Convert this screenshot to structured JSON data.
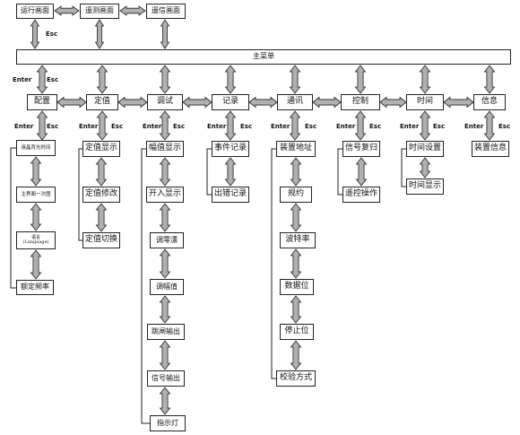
{
  "top": {
    "run": "运行画面",
    "telemeasure": "遥测画面",
    "telecom": "遥信画面",
    "esc": "Esc"
  },
  "main_menu": "主菜单",
  "labels": {
    "enter": "Enter",
    "esc": "Esc"
  },
  "menu": [
    "配置",
    "定值",
    "调试",
    "记录",
    "通讯",
    "控制",
    "时间",
    "信息"
  ],
  "config": {
    "items": [
      "液晶背光时间",
      "主界面一次图",
      "语言",
      "(Language)",
      "额定频率"
    ]
  },
  "setting": {
    "items": [
      "定值显示",
      "定值修改",
      "定值切换"
    ]
  },
  "debug": {
    "items": [
      "幅值显示",
      "开入显示",
      "调零漂",
      "调幅值",
      "跳闸输出",
      "信号输出",
      "指示灯"
    ]
  },
  "record": {
    "items": [
      "事件记录",
      "出错记录"
    ]
  },
  "comm": {
    "items": [
      "装置地址",
      "规约",
      "波特率",
      "数据位",
      "停止位",
      "校验方式"
    ]
  },
  "control": {
    "items": [
      "信号复归",
      "遥控操作"
    ]
  },
  "time": {
    "items": [
      "时间设置",
      "时间显示"
    ]
  },
  "info": {
    "items": [
      "装置信息"
    ]
  }
}
